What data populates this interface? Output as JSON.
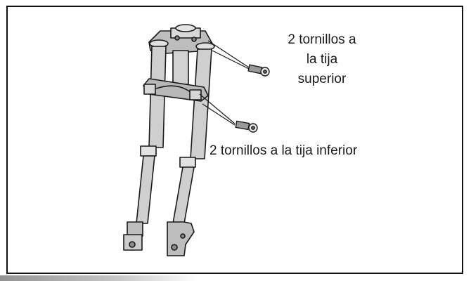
{
  "labels": {
    "upper_line1": "2 tornillos a",
    "upper_line2": "la tija",
    "upper_line3": "superior",
    "lower": "2 tornillos a la tija inferior"
  },
  "colors": {
    "ink": "#1a1a1a",
    "fork_fill": "#c9c9c9",
    "border": "#111111"
  },
  "icons": [
    "front-fork-assembly",
    "bolt-icon",
    "bolt-icon"
  ]
}
